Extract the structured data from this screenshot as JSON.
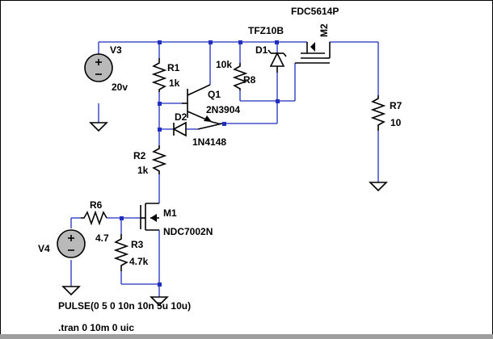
{
  "schematic": {
    "components": {
      "v3": {
        "name": "V3",
        "value": "20v"
      },
      "v4": {
        "name": "V4"
      },
      "r1": {
        "name": "R1",
        "value": "1k"
      },
      "r2": {
        "name": "R2",
        "value": "1k"
      },
      "r3": {
        "name": "R3",
        "value": "4.7k"
      },
      "r6": {
        "name": "R6",
        "value": "4.7"
      },
      "r7": {
        "name": "R7",
        "value": "10"
      },
      "r8": {
        "name": "R8",
        "value": "10k"
      },
      "q1": {
        "name": "Q1",
        "model": "2N3904"
      },
      "d1": {
        "name": "D1",
        "model": "TFZ10B"
      },
      "d2": {
        "name": "D2",
        "model": "1N4148"
      },
      "m1": {
        "name": "M1",
        "model": "NDC7002N"
      },
      "m2": {
        "name": "M2",
        "model": "FDC5614P"
      }
    },
    "directives": {
      "pulse": "PULSE(0 5 0 10n 10n 5u 10u)",
      "tran": ".tran 0 10m 0 uic"
    },
    "colors": {
      "wire": "#1f2fbf",
      "component": "#000000",
      "source_fill": "#b9b9b9",
      "background": "#ffffff"
    }
  }
}
